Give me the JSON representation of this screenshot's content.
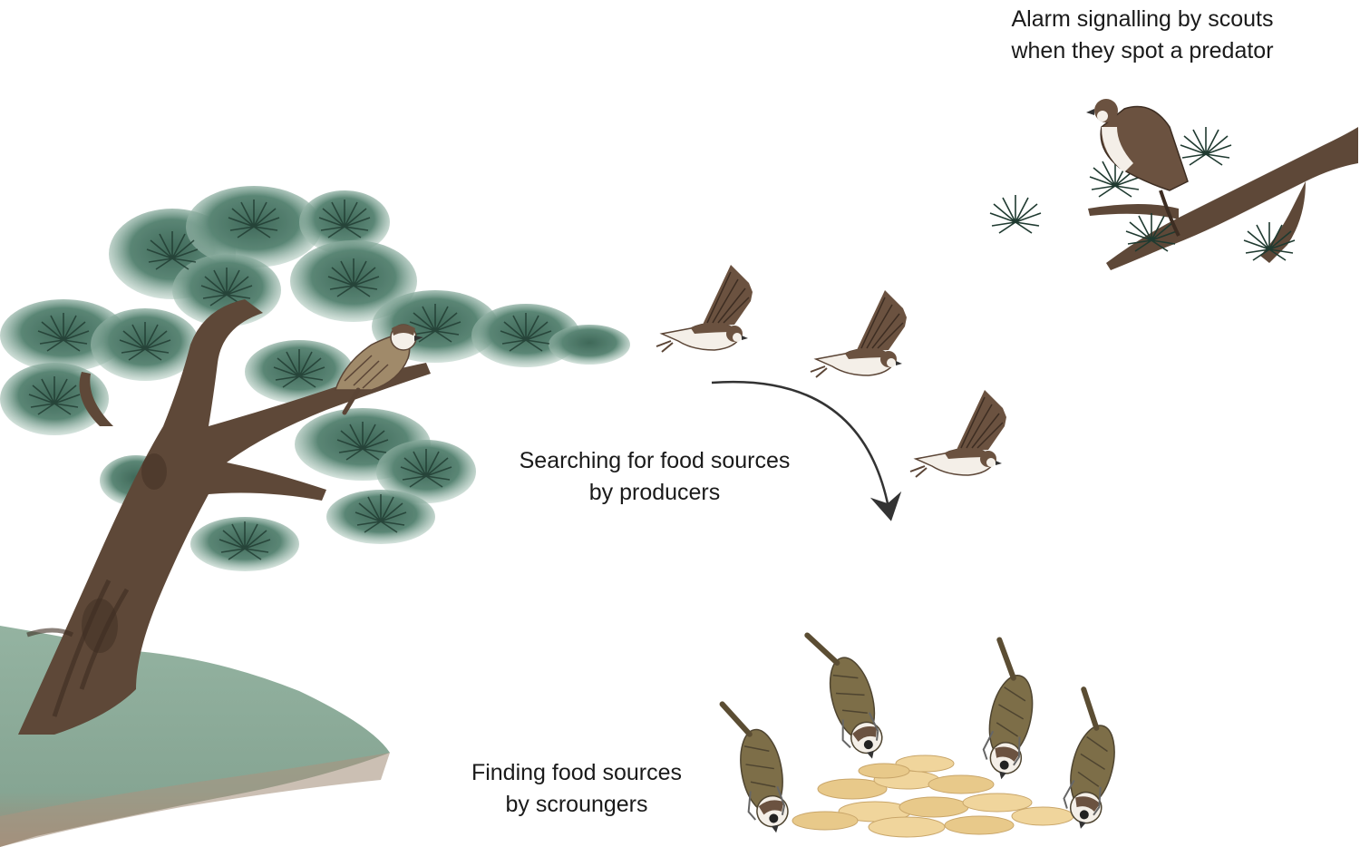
{
  "labels": {
    "alarm": {
      "line1": "Alarm signalling by scouts",
      "line2": "when they spot a predator"
    },
    "search": {
      "line1": "Searching for food sources",
      "line2": "by producers"
    },
    "find": {
      "line1": "Finding food sources",
      "line2": "by scroungers"
    }
  },
  "colors": {
    "foliage": "#3f6b5a",
    "foliage_light": "#9cbcae",
    "bark": "#5e4838",
    "bark_dark": "#3d2d22",
    "ground": "#8fae9c",
    "ground_edge": "#a89480",
    "bird_brown": "#6b5240",
    "bird_belly": "#f4efe8",
    "sparrow_olive": "#7d6e48",
    "seed": "#e8c98a",
    "arrow": "#333333"
  }
}
